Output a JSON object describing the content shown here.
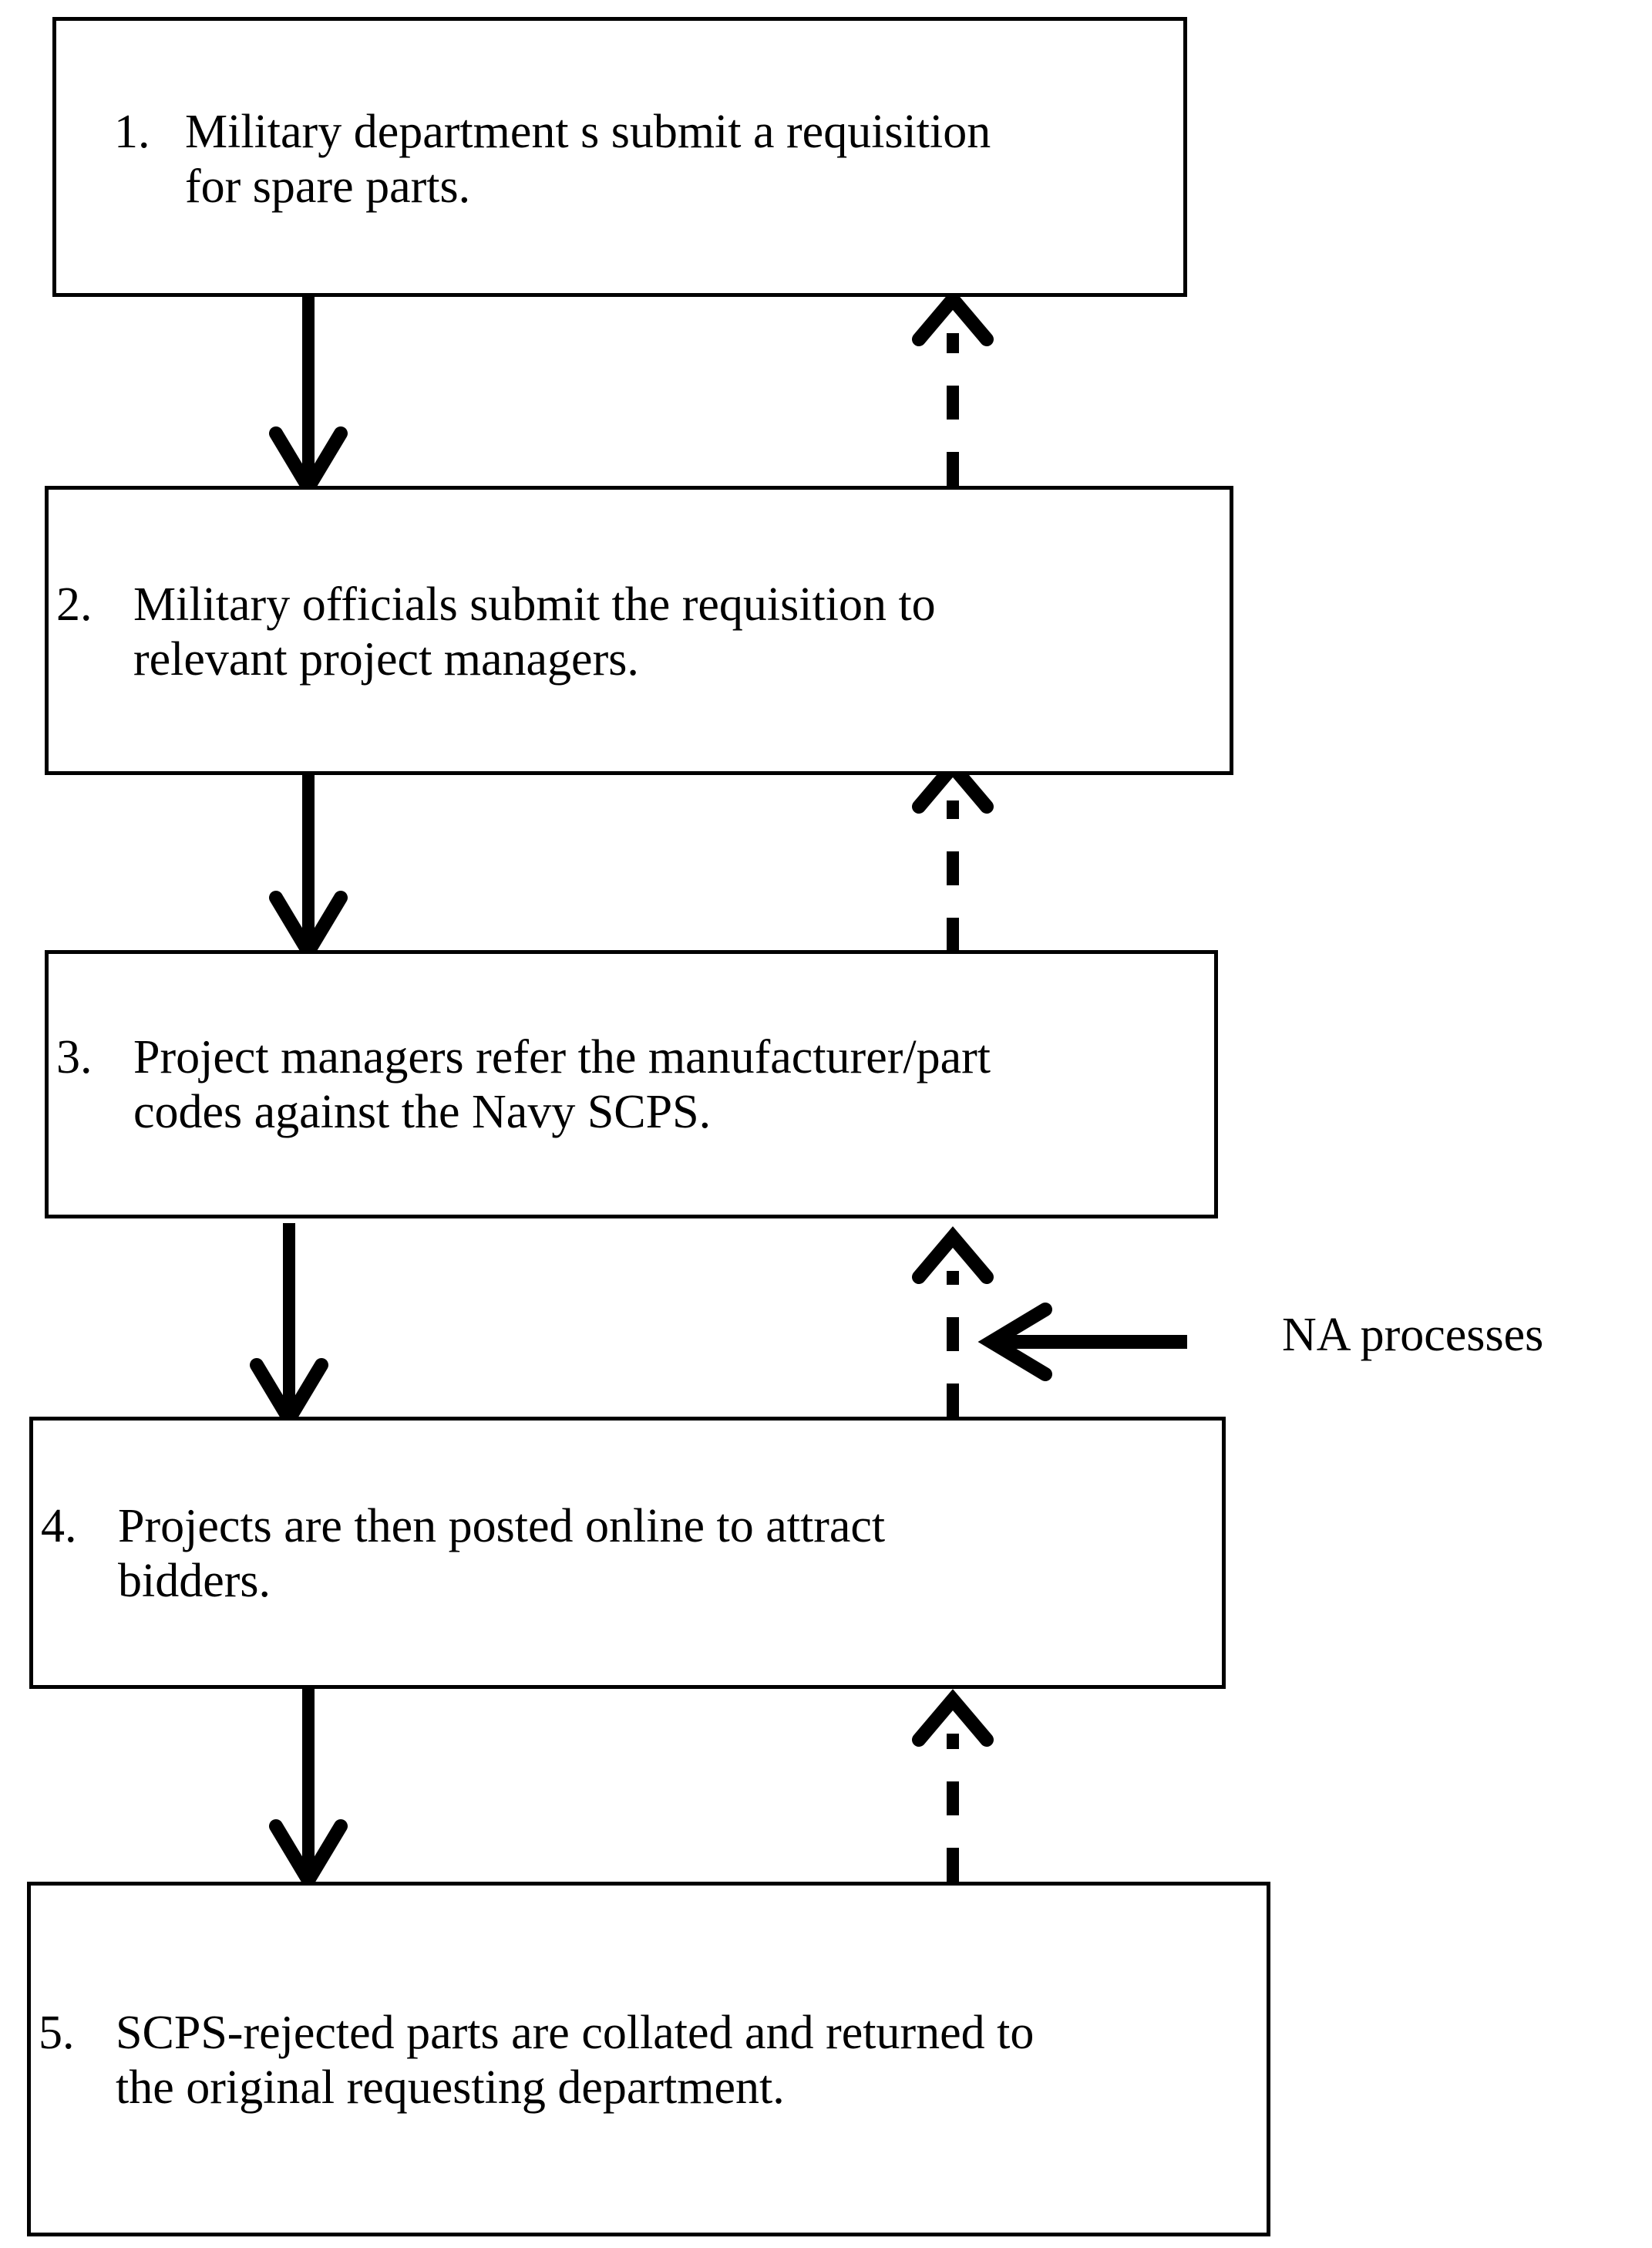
{
  "diagram": {
    "title_present": false,
    "orientation": "vertical-flowchart",
    "colors": {
      "stroke": "#000000",
      "fill": "#ffffff",
      "text": "#000000"
    },
    "nodes": [
      {
        "id": "step-1",
        "number": "1.",
        "text": "Military department s submit a requisition for spare parts."
      },
      {
        "id": "step-2",
        "number": "2.",
        "text": "Military officials submit the requisition to relevant project managers."
      },
      {
        "id": "step-3",
        "number": "3.",
        "text": "Project managers refer the manufacturer/part codes against the Navy SCPS."
      },
      {
        "id": "step-4",
        "number": "4.",
        "text": "Projects are then posted online to attract bidders."
      },
      {
        "id": "step-5",
        "number": "5.",
        "text": "SCPS-rejected parts are collated and returned to the original requesting department."
      }
    ],
    "annotations": [
      {
        "id": "na-processes",
        "text": "NA processes"
      }
    ],
    "edges": [
      {
        "from": "step-1",
        "to": "step-2",
        "style": "solid",
        "direction": "down"
      },
      {
        "from": "step-2",
        "to": "step-3",
        "style": "solid",
        "direction": "down"
      },
      {
        "from": "step-3",
        "to": "step-4",
        "style": "solid",
        "direction": "down"
      },
      {
        "from": "step-4",
        "to": "step-5",
        "style": "solid",
        "direction": "down"
      },
      {
        "from": "step-2",
        "to": "step-1",
        "style": "dashed",
        "direction": "up"
      },
      {
        "from": "step-3",
        "to": "step-2",
        "style": "dashed",
        "direction": "up"
      },
      {
        "from": "step-4",
        "to": "step-3",
        "style": "dashed",
        "direction": "up"
      },
      {
        "from": "step-5",
        "to": "step-4",
        "style": "dashed",
        "direction": "up"
      },
      {
        "from": "na-processes",
        "to": "dashed-return-path",
        "style": "solid",
        "direction": "left"
      }
    ]
  }
}
